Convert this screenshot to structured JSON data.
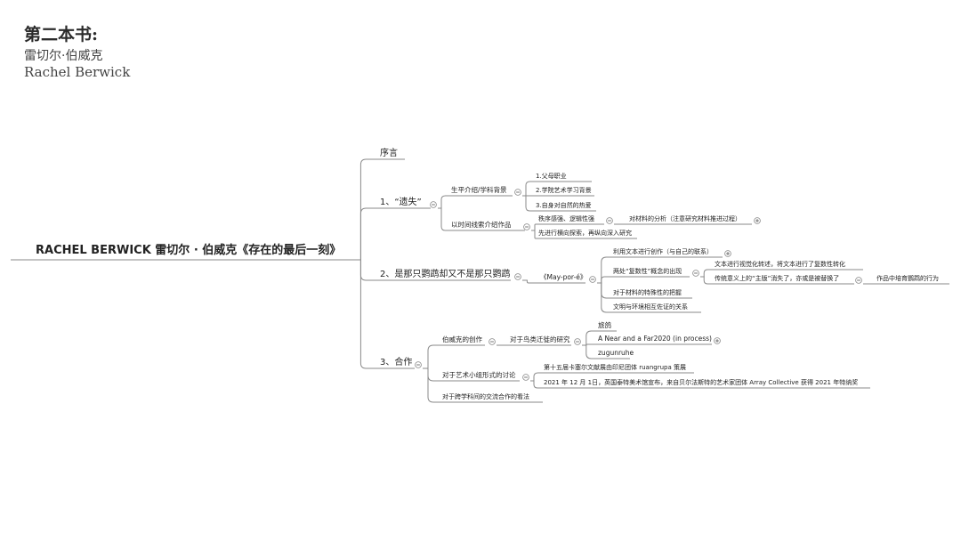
{
  "header": {
    "title": "第二本书:",
    "subtitle_cn": "雷切尔·伯威克",
    "subtitle_en": "Rachel Berwick"
  },
  "mindmap": {
    "root": "RACHEL BERWICK 雷切尔 · 伯威克《存在的最后一刻》",
    "nodes": [
      {
        "id": "n1",
        "parent": null,
        "text": "序言",
        "collapse": ""
      },
      {
        "id": "n2",
        "parent": null,
        "text": "1、“遗失”",
        "collapse": "minus"
      },
      {
        "id": "n3",
        "parent": "n2",
        "text": "生平介绍/学科背景",
        "collapse": "minus"
      },
      {
        "id": "n4",
        "parent": "n3",
        "text": "1.父母职业",
        "collapse": ""
      },
      {
        "id": "n5",
        "parent": "n3",
        "text": "2.学院艺术学习背景",
        "collapse": ""
      },
      {
        "id": "n6",
        "parent": "n3",
        "text": "3.自身对自然的热爱",
        "collapse": ""
      },
      {
        "id": "n7",
        "parent": "n2",
        "text": "以时间线索介绍作品",
        "collapse": "minus"
      },
      {
        "id": "n8",
        "parent": "n7",
        "text": "秩序感强、逻辑性强",
        "collapse": "minus"
      },
      {
        "id": "n9",
        "parent": "n8",
        "text": "对材料的分析（注意研究材料推进过程）",
        "collapse": "plus"
      },
      {
        "id": "n10",
        "parent": "n7",
        "text": "先进行横向探索，再纵向深入研究",
        "collapse": ""
      },
      {
        "id": "n11",
        "parent": null,
        "text": "2、是那只鹦鹉却又不是那只鹦鹉",
        "collapse": "minus"
      },
      {
        "id": "n12",
        "parent": "n11",
        "text": "《May-por-é》",
        "collapse": "minus"
      },
      {
        "id": "n13",
        "parent": "n12",
        "text": "利用文本进行创作（与自己的联系）",
        "collapse": "plus"
      },
      {
        "id": "n14",
        "parent": "n12",
        "text": "两处“复数性”概念的出现",
        "collapse": "minus"
      },
      {
        "id": "n15",
        "parent": "n14",
        "text": "文本进行视觉化转述，将文本进行了复数性转化",
        "collapse": ""
      },
      {
        "id": "n16",
        "parent": "n14",
        "text": "传统意义上的“主版”消失了，亦或是被替换了",
        "collapse": "minus"
      },
      {
        "id": "n17",
        "parent": "n16",
        "text": "作品中培育鹦鹉的行为",
        "collapse": ""
      },
      {
        "id": "n18",
        "parent": "n12",
        "text": "对于材料的特殊性的把握",
        "collapse": ""
      },
      {
        "id": "n19",
        "parent": "n12",
        "text": "文明与环境相互佐证的关系",
        "collapse": ""
      },
      {
        "id": "n20",
        "parent": null,
        "text": "3、合作",
        "collapse": "minus"
      },
      {
        "id": "n21",
        "parent": "n20",
        "text": "伯威克的创作",
        "collapse": "minus"
      },
      {
        "id": "n22",
        "parent": "n21",
        "text": "对于鸟类迁徙的研究",
        "collapse": "minus"
      },
      {
        "id": "n23",
        "parent": "n22",
        "text": "旅鸽",
        "collapse": ""
      },
      {
        "id": "n24",
        "parent": "n22",
        "text": "A Near and a Far2020 (in process)",
        "collapse": "plus"
      },
      {
        "id": "n25",
        "parent": "n22",
        "text": "zugunruhe",
        "collapse": ""
      },
      {
        "id": "n26",
        "parent": "n20",
        "text": "对于艺术小组形式的讨论",
        "collapse": "minus"
      },
      {
        "id": "n27",
        "parent": "n26",
        "text": "第十五届卡塞尔文献展由印尼团体 ruangrupa 策展",
        "collapse": ""
      },
      {
        "id": "n28",
        "parent": "n26",
        "text": "2021 年 12 月 1日，英国泰特美术馆宣布，来自贝尔法斯特的艺术家团体 Array Collective 获得 2021 年特纳奖",
        "collapse": ""
      },
      {
        "id": "n29",
        "parent": "n20",
        "text": "对于跨学科间的交流合作的看法",
        "collapse": ""
      }
    ]
  }
}
